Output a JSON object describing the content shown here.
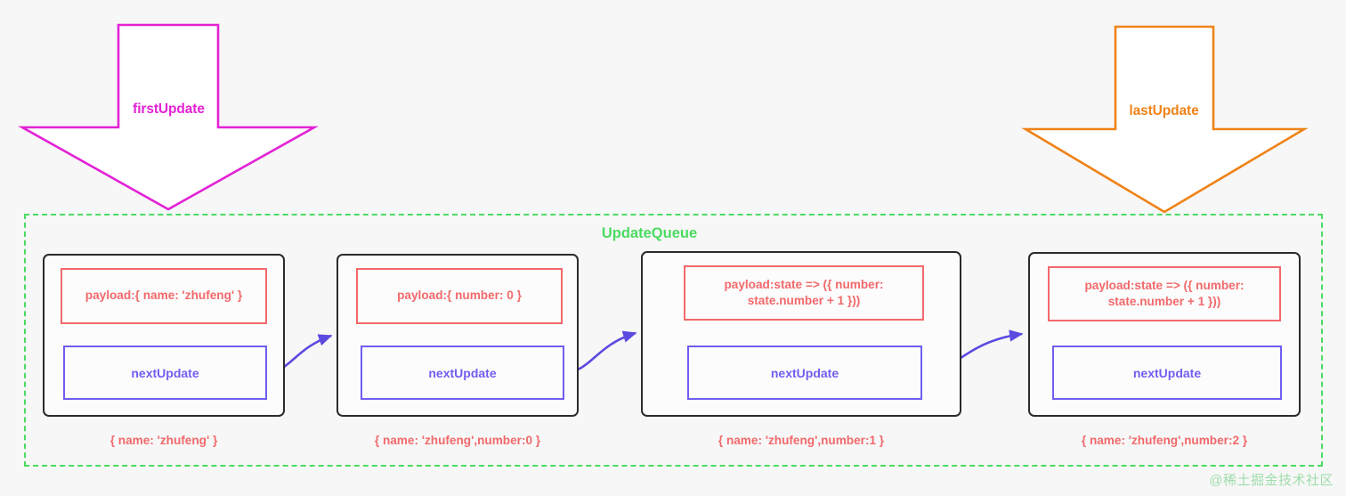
{
  "diagram": {
    "background_color": "#f7f7f7",
    "queue": {
      "title": "UpdateQueue",
      "border_color": "#4bdb62",
      "title_color": "#4bdb62"
    },
    "arrows": [
      {
        "label": "firstUpdate",
        "color": "#e322d6",
        "direction": "down",
        "target": "node-1"
      },
      {
        "label": "lastUpdate",
        "color": "#ef8318",
        "direction": "down",
        "target": "node-4"
      }
    ],
    "connector": {
      "color": "#5b4ae0",
      "count": 3,
      "shape": "curved-arrow"
    },
    "nodes": [
      {
        "payload": "payload:{ name: 'zhufeng' }",
        "next": "nextUpdate",
        "caption": "{ name: 'zhufeng' }",
        "payload_color": "#f2696b",
        "next_color": "#6f5ef0",
        "border_color": "#2b2b2b"
      },
      {
        "payload": "payload:{ number: 0 }",
        "next": "nextUpdate",
        "caption": "{ name: 'zhufeng',number:0 }",
        "payload_color": "#f2696b",
        "next_color": "#6f5ef0",
        "border_color": "#2b2b2b"
      },
      {
        "payload": "payload:state => ({ number: state.number + 1 }))",
        "next": "nextUpdate",
        "caption": "{ name: 'zhufeng',number:1 }",
        "payload_color": "#f2696b",
        "next_color": "#6f5ef0",
        "border_color": "#2b2b2b"
      },
      {
        "payload": "payload:state => ({ number: state.number + 1 }))",
        "next": "nextUpdate",
        "caption": "{ name: 'zhufeng',number:2 }",
        "payload_color": "#f2696b",
        "next_color": "#6f5ef0",
        "border_color": "#2b2b2b"
      }
    ],
    "watermark": "@稀土掘金技术社区"
  }
}
